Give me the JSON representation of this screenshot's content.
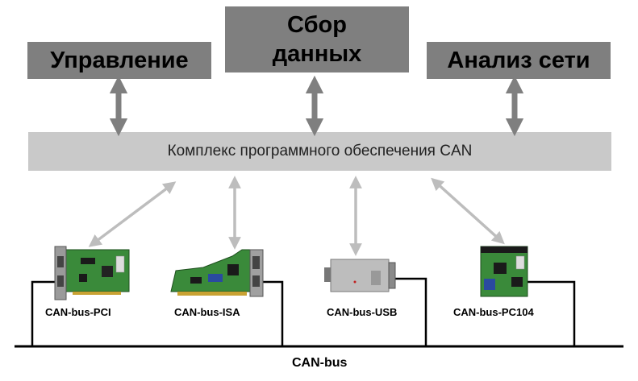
{
  "boxes": {
    "upravlenie": "Управление",
    "sbor_line1": "Сбор",
    "sbor_line2": "данных",
    "analiz": "Анализ сети"
  },
  "software_bar": "Комплекс программного обеспечения CAN",
  "devices": {
    "pci": "CAN-bus-PCI",
    "isa": "CAN-bus-ISA",
    "usb": "CAN-bus-USB",
    "pc104": "CAN-bus-PC104"
  },
  "bus": "CAN-bus",
  "colors": {
    "box": "#7f7f7f",
    "bar": "#c9c9c9",
    "dark_arrow": "#7f7f7f",
    "light_arrow": "#bdbdbd",
    "pcb_green": "#3a8a3a"
  }
}
